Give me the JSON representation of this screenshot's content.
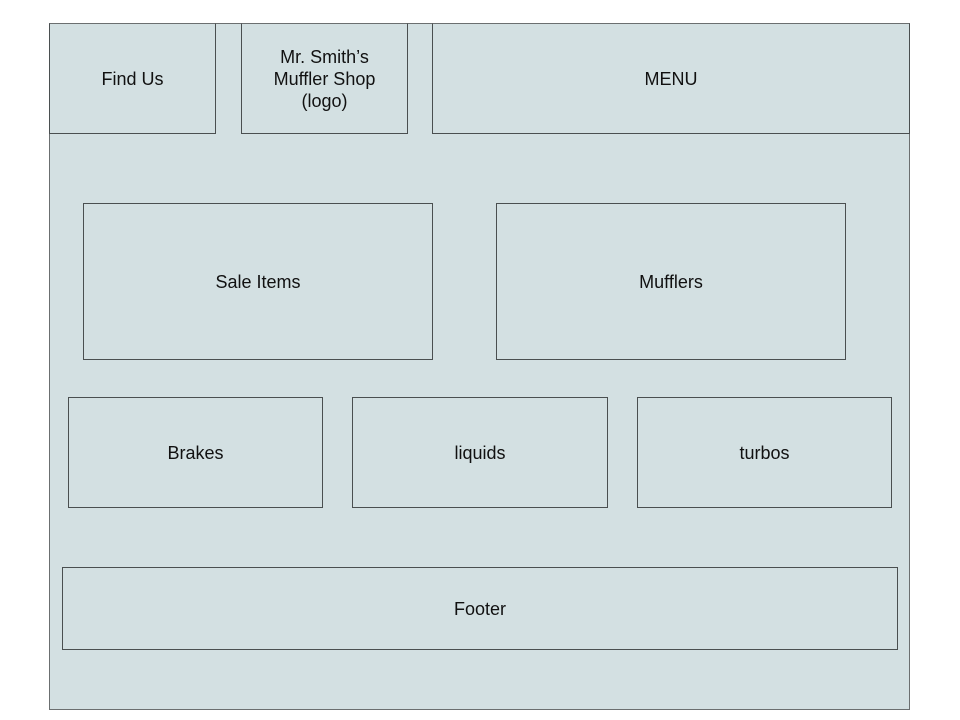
{
  "header": {
    "find_us": "Find Us",
    "logo": "Mr. Smith’s\nMuffler Shop\n(logo)",
    "menu": "MENU"
  },
  "featured": {
    "sale_items": "Sale Items",
    "mufflers": "Mufflers"
  },
  "categories": {
    "brakes": "Brakes",
    "liquids": "liquids",
    "turbos": "turbos"
  },
  "footer": {
    "label": "Footer"
  },
  "colors": {
    "panel_fill": "#d3e0e2",
    "border": "#4a4f50",
    "text": "#111111"
  }
}
